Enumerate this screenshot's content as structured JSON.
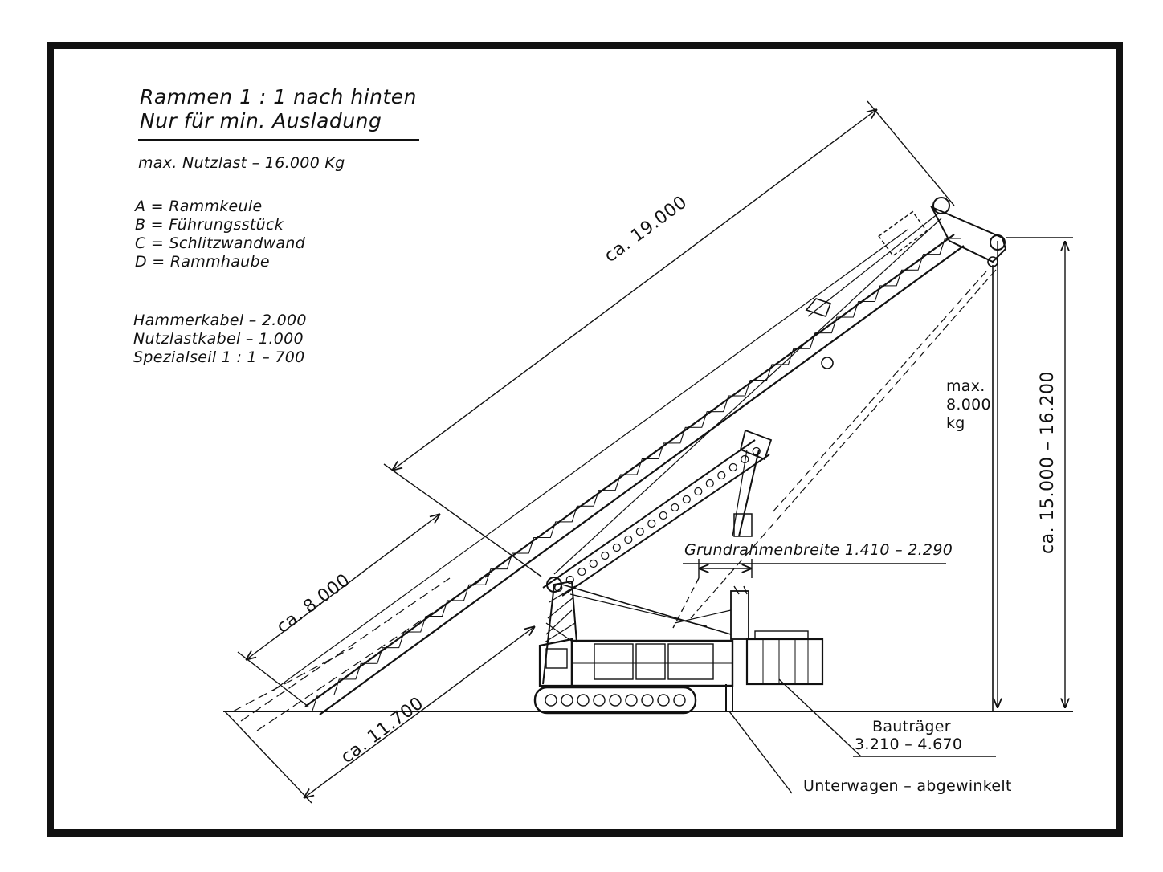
{
  "title": {
    "line1": "Rammen 1 : 1 nach hinten",
    "line2": "Nur für min. Ausladung"
  },
  "max_payload": "max. Nutzlast  –  16.000 Kg",
  "legend": [
    "A = Rammkeule",
    "B = Führungsstück",
    "C = Schlitzwandwand",
    "D = Rammhaube"
  ],
  "cables": [
    "Hammerkabel  –  2.000",
    "Nutzlastkabel  –  1.000",
    "Spezialseil  1 : 1  –  700"
  ],
  "dimensions": {
    "boom_length": "ca. 19.000",
    "lower_section": "ca. 8.000",
    "base_length": "ca. 11.700",
    "height": "ca. 15.000 – 16.200",
    "max_load_line1": "max.",
    "max_load_line2": "8.000",
    "max_load_line3": "kg",
    "base_frame_width": "Grundrahmenbreite  1.410 – 2.290"
  },
  "labels": {
    "carrier_title": "Bauträger",
    "carrier_value": "3.210  –  4.670",
    "undercarriage": "Unterwagen  –  abgewinkelt"
  }
}
